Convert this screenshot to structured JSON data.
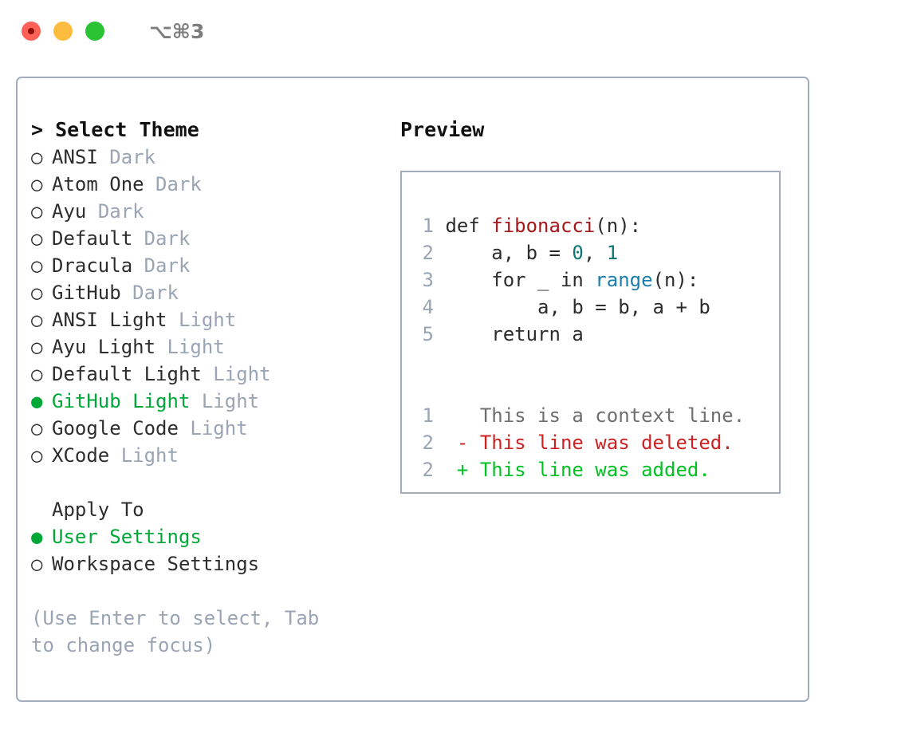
{
  "titlebar": {
    "shortcut": "⌥⌘3",
    "lights": [
      "close-red",
      "minimize-yellow",
      "zoom-green"
    ]
  },
  "theme_panel": {
    "caret": ">",
    "title": "Select Theme",
    "bullet_selected": "●",
    "bullet_unselected": "○",
    "items": [
      {
        "name": "ANSI",
        "suffix": "Dark",
        "selected": false
      },
      {
        "name": "Atom One",
        "suffix": "Dark",
        "selected": false
      },
      {
        "name": "Ayu",
        "suffix": "Dark",
        "selected": false
      },
      {
        "name": "Default",
        "suffix": "Dark",
        "selected": false
      },
      {
        "name": "Dracula",
        "suffix": "Dark",
        "selected": false
      },
      {
        "name": "GitHub",
        "suffix": "Dark",
        "selected": false
      },
      {
        "name": "ANSI Light",
        "suffix": "Light",
        "selected": false
      },
      {
        "name": "Ayu Light",
        "suffix": "Light",
        "selected": false
      },
      {
        "name": "Default Light",
        "suffix": "Light",
        "selected": false
      },
      {
        "name": "GitHub Light",
        "suffix": "Light",
        "selected": true
      },
      {
        "name": "Google Code",
        "suffix": "Light",
        "selected": false
      },
      {
        "name": "XCode",
        "suffix": "Light",
        "selected": false
      }
    ]
  },
  "apply_to": {
    "title": "Apply To",
    "items": [
      {
        "name": "User Settings",
        "selected": true
      },
      {
        "name": "Workspace Settings",
        "selected": false
      }
    ]
  },
  "hint": "(Use Enter to select, Tab to change focus)",
  "preview": {
    "title": "Preview",
    "code_lines": [
      {
        "no": "1",
        "segments": [
          {
            "text": "def ",
            "type": "kw"
          },
          {
            "text": "fibonacci",
            "type": "fn"
          },
          {
            "text": "(n):",
            "type": "plain"
          }
        ]
      },
      {
        "no": "2",
        "segments": [
          {
            "text": "    a, b = ",
            "type": "plain"
          },
          {
            "text": "0",
            "type": "num"
          },
          {
            "text": ", ",
            "type": "plain"
          },
          {
            "text": "1",
            "type": "num"
          }
        ]
      },
      {
        "no": "3",
        "segments": [
          {
            "text": "    for _ in ",
            "type": "plain"
          },
          {
            "text": "range",
            "type": "call"
          },
          {
            "text": "(n):",
            "type": "plain"
          }
        ]
      },
      {
        "no": "4",
        "segments": [
          {
            "text": "        a, b = b, a + b",
            "type": "plain"
          }
        ]
      },
      {
        "no": "5",
        "segments": [
          {
            "text": "    return a",
            "type": "plain"
          }
        ]
      }
    ],
    "diff_lines": [
      {
        "no": "1",
        "marker": "  ",
        "text": "This is a context line.",
        "type": "ctx"
      },
      {
        "no": "2",
        "marker": "- ",
        "text": "This line was deleted.",
        "type": "del"
      },
      {
        "no": "2",
        "marker": "+ ",
        "text": "This line was added.",
        "type": "add"
      }
    ]
  },
  "colors": {
    "accent_green": "#00a838",
    "muted": "#9aa4b4",
    "border": "#a3adbd",
    "diff_add": "#00c223",
    "diff_del": "#cc2222",
    "syntax_fn": "#a3171a",
    "syntax_num": "#0d7777",
    "syntax_call": "#1a7fad"
  }
}
